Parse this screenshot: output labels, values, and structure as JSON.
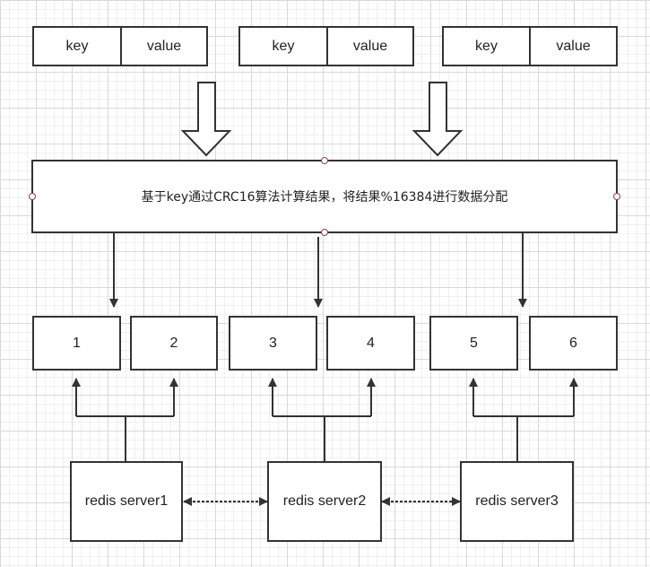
{
  "kv_pairs": [
    {
      "key": "key",
      "value": "value"
    },
    {
      "key": "key",
      "value": "value"
    },
    {
      "key": "key",
      "value": "value"
    }
  ],
  "hash_box": {
    "label": "基于key通过CRC16算法计算结果，将结果%16384进行数据分配"
  },
  "slots": [
    "1",
    "2",
    "3",
    "4",
    "5",
    "6"
  ],
  "servers": [
    "redis server1",
    "redis server2",
    "redis server3"
  ]
}
